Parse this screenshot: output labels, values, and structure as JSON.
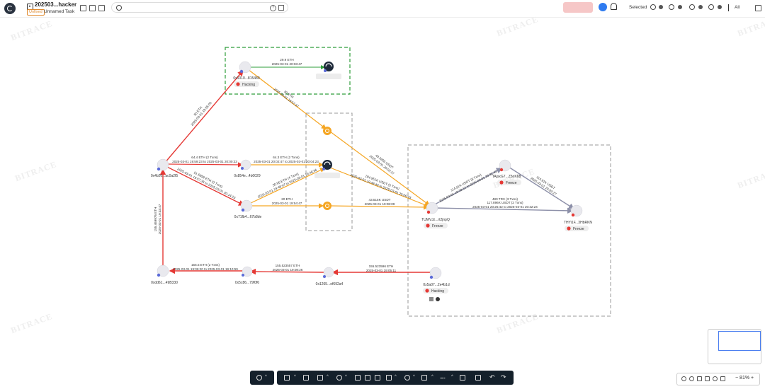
{
  "header": {
    "project_title": "202503...hacker",
    "status_tag": "Unfixed",
    "task_name": "Unnamed Task",
    "selected_label": "Selected",
    "selected_counts": [
      "0",
      "0",
      "0",
      "0",
      "0"
    ],
    "all_label": "All"
  },
  "watermark": "BITRACE",
  "nodes": [
    {
      "id": "n1",
      "label": "0x1010...815480",
      "badge": "Hacking"
    },
    {
      "id": "n2",
      "label": "",
      "badge": ""
    },
    {
      "id": "n3",
      "label": "0x4b26...ac0a2f5",
      "badge": ""
    },
    {
      "id": "n4",
      "label": "0x854e...4b0029",
      "badge": ""
    },
    {
      "id": "n5",
      "label": "",
      "badge": ""
    },
    {
      "id": "n6",
      "label": "0x71fb4...67b8de",
      "badge": ""
    },
    {
      "id": "n7",
      "label": "",
      "badge": ""
    },
    {
      "id": "n8",
      "label": "",
      "badge": ""
    },
    {
      "id": "n9",
      "label": "TUMVJz...rt2jnpQ",
      "badge": "Freeze"
    },
    {
      "id": "n10",
      "label": "TAjsxG7...Z5nK68",
      "badge": "Freeze"
    },
    {
      "id": "n11",
      "label": "THYi1F...3HbRKN",
      "badge": "Freeze"
    },
    {
      "id": "n12",
      "label": "0xdd61...49B330",
      "badge": ""
    },
    {
      "id": "n13",
      "label": "0x5c86...79f0f6",
      "badge": ""
    },
    {
      "id": "n14",
      "label": "0x1265...ef692a4",
      "badge": ""
    },
    {
      "id": "n15",
      "label": "0x5a07...2e4b1d",
      "badge": "Hacking"
    }
  ],
  "edges": [
    {
      "id": "e1",
      "l1": "29.9 ETH",
      "l2": "2025-03-01 20:03:47"
    },
    {
      "id": "e2",
      "l1": "50 ETH",
      "l2": "2025-03-01 19:55:03"
    },
    {
      "id": "e3",
      "l1": "30 ETH",
      "l2": "2025-03-01 19:57:47"
    },
    {
      "id": "e4",
      "l1": "64.4 ETH (2 Txns)",
      "l2": "2025-03-01 19:59:23 to 2025-03-01 20:00:23"
    },
    {
      "id": "e5",
      "l1": "64.3 ETH (2 Txns)",
      "l2": "2025-03-01 20:02:47 to 2025-03-01 20:04:23"
    },
    {
      "id": "e6",
      "l1": "51.5958 ETH (3 Txns)",
      "l2": "2025-03-01 19:57:35 to 2025-03-01 20:14:23"
    },
    {
      "id": "e7",
      "l1": "30.96 ETH (4 Txns)",
      "l2": "2025-03-01 19:48:47 to 2025-03-01 19:48:36"
    },
    {
      "id": "e8",
      "l1": "20 ETH",
      "l2": "2025-03-01 19:54:47"
    },
    {
      "id": "e9",
      "l1": "43.3856 USDT",
      "l2": "2025-03-01 20:02:27"
    },
    {
      "id": "e10",
      "l1": "184.951K USDT (5 Txns)",
      "l2": "2025-03-01 19:48:49 to 2025-03-01 20:06:43"
    },
    {
      "id": "e11",
      "l1": "43.515K USDT",
      "l2": "2025-03-01 19:08:09"
    },
    {
      "id": "e12",
      "l1": "114.91K USDT (8 Txns)",
      "l2": "2025-03-01 19:39:12 to 2025-03-01 20:31:42"
    },
    {
      "id": "e13",
      "l1": "114.91K USDT",
      "l2": "2025-03-01 20:32:27"
    },
    {
      "id": "e14",
      "l1": "480 TRX (3 Txns)",
      "l2": "117.896K USDT (2 Txns)",
      "l3": "2025-03-01 20:25:42 to 2025-03-01 20:32:24"
    },
    {
      "id": "e15",
      "l1": "155.469976 ETH",
      "l2": "2025-03-01 19:33:47"
    },
    {
      "id": "e16",
      "l1": "155.5 ETH (2 Txns)",
      "l2": "2025-03-01 19:06:20 to 2025-03-01 19:10:59"
    },
    {
      "id": "e17",
      "l1": "155.523557 ETH",
      "l2": "2025-03-01 19:08:26"
    },
    {
      "id": "e18",
      "l1": "155.523596 ETH",
      "l2": "2025-03-01 19:05:11"
    }
  ],
  "zoom": {
    "level": "81%"
  },
  "colors": {
    "red": "#e53935",
    "orange": "#f5a623",
    "gray": "#8c8fa8",
    "green": "#2e9e3a",
    "toolbar": "#14202b"
  }
}
